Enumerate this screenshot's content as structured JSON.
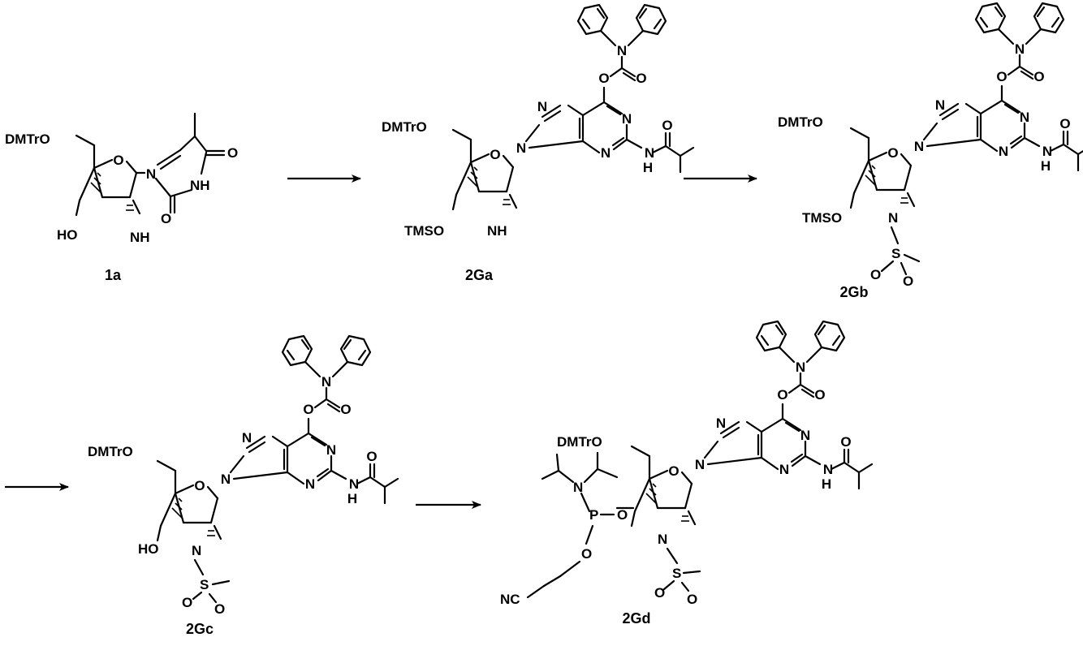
{
  "scheme": {
    "compounds": [
      {
        "id": "1a",
        "label": "1a"
      },
      {
        "id": "2Ga",
        "label": "2Ga"
      },
      {
        "id": "2Gb",
        "label": "2Gb"
      },
      {
        "id": "2Gc",
        "label": "2Gc"
      },
      {
        "id": "2Gd",
        "label": "2Gd"
      }
    ],
    "atoms": {
      "dmtro": "DMTrO",
      "ho": "HO",
      "tmso": "TMSO",
      "o": "O",
      "n": "N",
      "nh": "NH",
      "h": "H",
      "p": "P",
      "s": "S",
      "nc": "NC"
    },
    "arrows": [
      {
        "from": "1a",
        "to": "2Ga"
      },
      {
        "from": "2Ga",
        "to": "2Gb"
      },
      {
        "from": "2Gb",
        "to": "2Gc"
      },
      {
        "from": "2Gc",
        "to": "2Gd"
      }
    ]
  }
}
